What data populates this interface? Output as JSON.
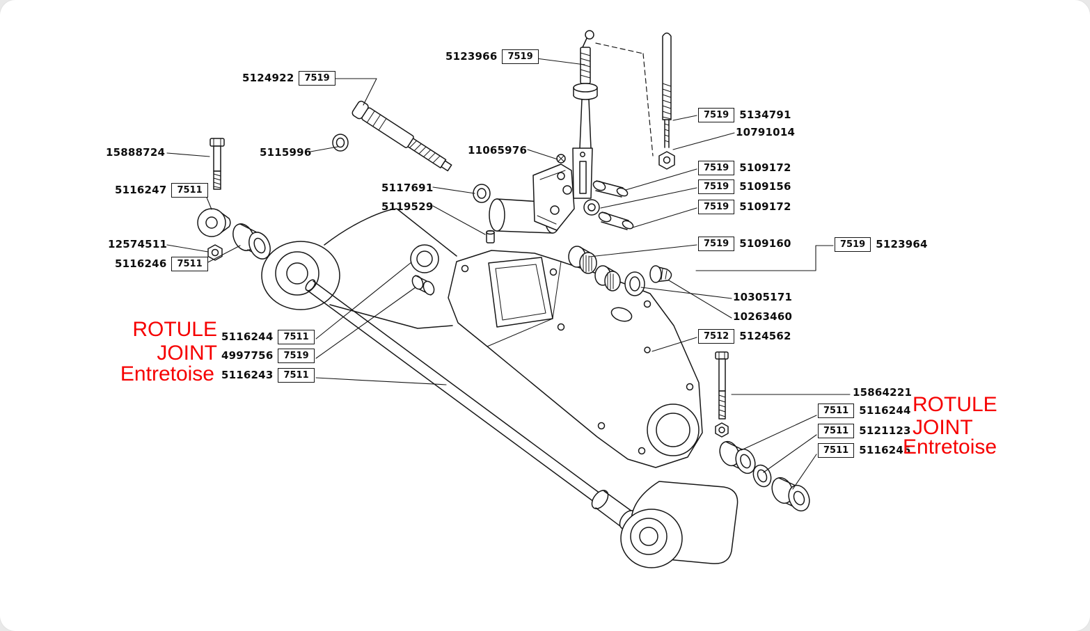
{
  "figure": {
    "type": "exploded-parts-diagram",
    "background": "#ffffff",
    "line_color": "#161616",
    "accent_red": "#f60000",
    "ref_box_values": [
      "7511",
      "7519",
      "7512"
    ]
  },
  "labels": {
    "a1": {
      "part": "5123966",
      "ref": "7519"
    },
    "a2": {
      "part": "5124922",
      "ref": "7519"
    },
    "a3": {
      "part": "15888724"
    },
    "a4": {
      "part": "5115996"
    },
    "a5": {
      "part": "11065976"
    },
    "a6": {
      "part": "5116247",
      "ref": "7511"
    },
    "a7": {
      "part": "5117691"
    },
    "a8": {
      "part": "5119529"
    },
    "a9": {
      "part": "12574511"
    },
    "a10": {
      "part": "5116246",
      "ref": "7511"
    },
    "b1": {
      "ref": "7519",
      "part": "5134791"
    },
    "b2": {
      "part": "10791014"
    },
    "b3": {
      "ref": "7519",
      "part": "5109172"
    },
    "b4": {
      "ref": "7519",
      "part": "5109156"
    },
    "b5": {
      "ref": "7519",
      "part": "5109172"
    },
    "b6": {
      "ref": "7519",
      "part": "5109160"
    },
    "b7": {
      "ref": "7519",
      "part": "5123964"
    },
    "b8": {
      "part": "10305171"
    },
    "b9": {
      "part": "10263460"
    },
    "b10": {
      "ref": "7512",
      "part": "5124562"
    },
    "c1": {
      "part": "5116244",
      "ref": "7511"
    },
    "c2": {
      "part": "4997756",
      "ref": "7519"
    },
    "c3": {
      "part": "5116243",
      "ref": "7511"
    },
    "d1": {
      "part": "15864221"
    },
    "d2": {
      "ref": "7511",
      "part": "5116244"
    },
    "d3": {
      "ref": "7511",
      "part": "5121123"
    },
    "d4": {
      "ref": "7511",
      "part": "5116245"
    },
    "red_left": {
      "rotule": "ROTULE",
      "joint": "JOINT",
      "entretoise": "Entretoise"
    },
    "red_right": {
      "rotule": "ROTULE",
      "joint": "JOINT",
      "entretoise": "Entretoise"
    }
  }
}
